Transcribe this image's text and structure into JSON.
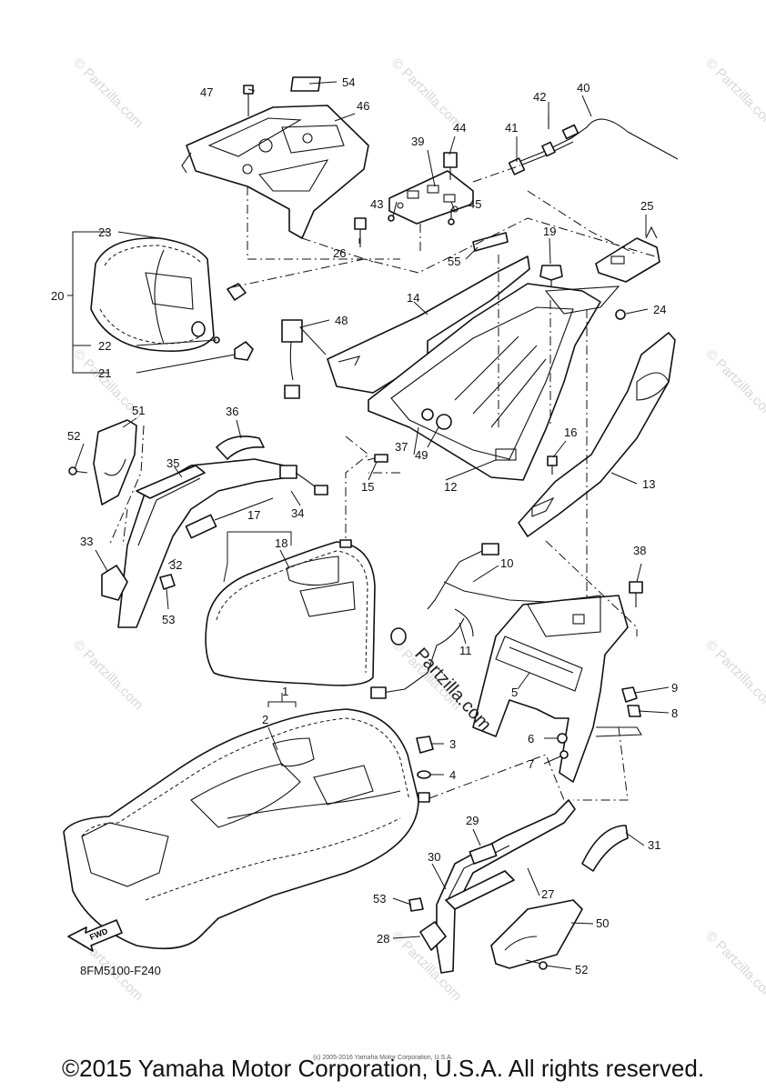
{
  "diagram_code": "8FM5100-F240",
  "fwd_label": "FWD",
  "watermark": "© Partzilla.com",
  "center_watermark": "Partzilla.com",
  "small_copyright": "(c) 2005-2016 Yamaha Motor Corporation, U.S.A.",
  "copyright": "©2015 Yamaha Motor Corporation, U.S.A. All rights reserved.",
  "callouts": [
    {
      "id": "c1",
      "label": "1"
    },
    {
      "id": "c2",
      "label": "2"
    },
    {
      "id": "c3",
      "label": "3"
    },
    {
      "id": "c4",
      "label": "4"
    },
    {
      "id": "c5",
      "label": "5"
    },
    {
      "id": "c6",
      "label": "6"
    },
    {
      "id": "c7",
      "label": "7"
    },
    {
      "id": "c8",
      "label": "8"
    },
    {
      "id": "c9",
      "label": "9"
    },
    {
      "id": "c10",
      "label": "10"
    },
    {
      "id": "c11",
      "label": "11"
    },
    {
      "id": "c12",
      "label": "12"
    },
    {
      "id": "c13",
      "label": "13"
    },
    {
      "id": "c14",
      "label": "14"
    },
    {
      "id": "c15",
      "label": "15"
    },
    {
      "id": "c16",
      "label": "16"
    },
    {
      "id": "c17",
      "label": "17"
    },
    {
      "id": "c18",
      "label": "18"
    },
    {
      "id": "c19",
      "label": "19"
    },
    {
      "id": "c20",
      "label": "20"
    },
    {
      "id": "c21",
      "label": "21"
    },
    {
      "id": "c22",
      "label": "22"
    },
    {
      "id": "c23",
      "label": "23"
    },
    {
      "id": "c24",
      "label": "24"
    },
    {
      "id": "c25",
      "label": "25"
    },
    {
      "id": "c26",
      "label": "26"
    },
    {
      "id": "c27",
      "label": "27"
    },
    {
      "id": "c28",
      "label": "28"
    },
    {
      "id": "c29",
      "label": "29"
    },
    {
      "id": "c30",
      "label": "30"
    },
    {
      "id": "c31",
      "label": "31"
    },
    {
      "id": "c32",
      "label": "32"
    },
    {
      "id": "c33",
      "label": "33"
    },
    {
      "id": "c34",
      "label": "34"
    },
    {
      "id": "c35",
      "label": "35"
    },
    {
      "id": "c36",
      "label": "36"
    },
    {
      "id": "c37",
      "label": "37"
    },
    {
      "id": "c38",
      "label": "38"
    },
    {
      "id": "c39",
      "label": "39"
    },
    {
      "id": "c40",
      "label": "40"
    },
    {
      "id": "c41",
      "label": "41"
    },
    {
      "id": "c42",
      "label": "42"
    },
    {
      "id": "c43",
      "label": "43"
    },
    {
      "id": "c44",
      "label": "44"
    },
    {
      "id": "c45",
      "label": "45"
    },
    {
      "id": "c46",
      "label": "46"
    },
    {
      "id": "c47",
      "label": "47"
    },
    {
      "id": "c48",
      "label": "48"
    },
    {
      "id": "c49",
      "label": "49"
    },
    {
      "id": "c50",
      "label": "50"
    },
    {
      "id": "c51",
      "label": "51"
    },
    {
      "id": "c52a",
      "label": "52"
    },
    {
      "id": "c52b",
      "label": "52"
    },
    {
      "id": "c53a",
      "label": "53"
    },
    {
      "id": "c53b",
      "label": "53"
    },
    {
      "id": "c54",
      "label": "54"
    },
    {
      "id": "c55",
      "label": "55"
    }
  ]
}
